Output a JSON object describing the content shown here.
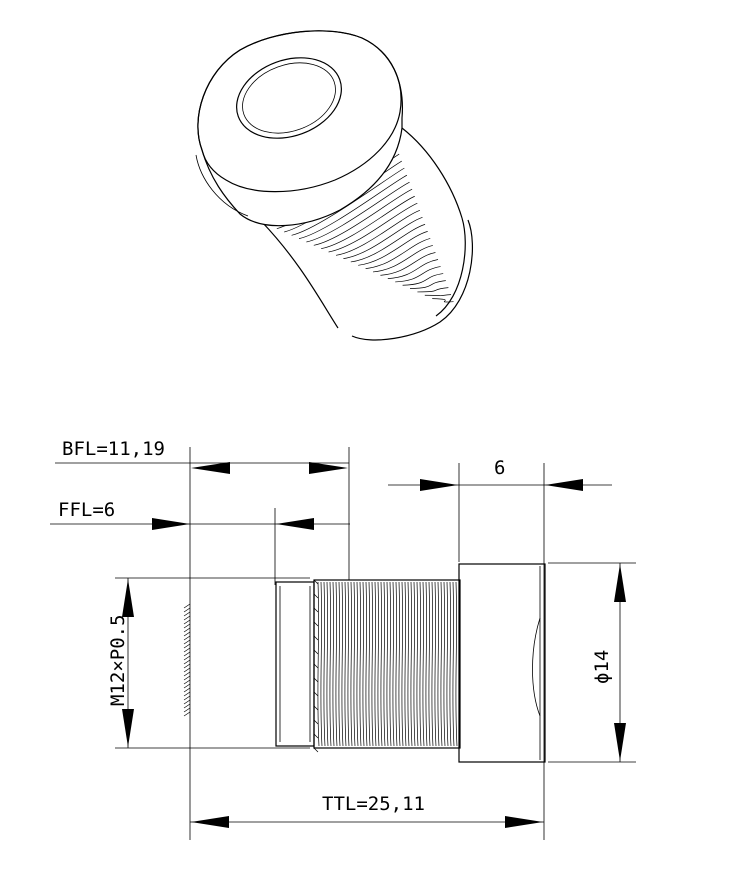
{
  "dimensions": {
    "bfl": "BFL=11,19",
    "ffl": "FFL=6",
    "top_width": "6",
    "diameter": "ϕ14",
    "thread": "M12×P0.5",
    "ttl": "TTL=25,11"
  }
}
